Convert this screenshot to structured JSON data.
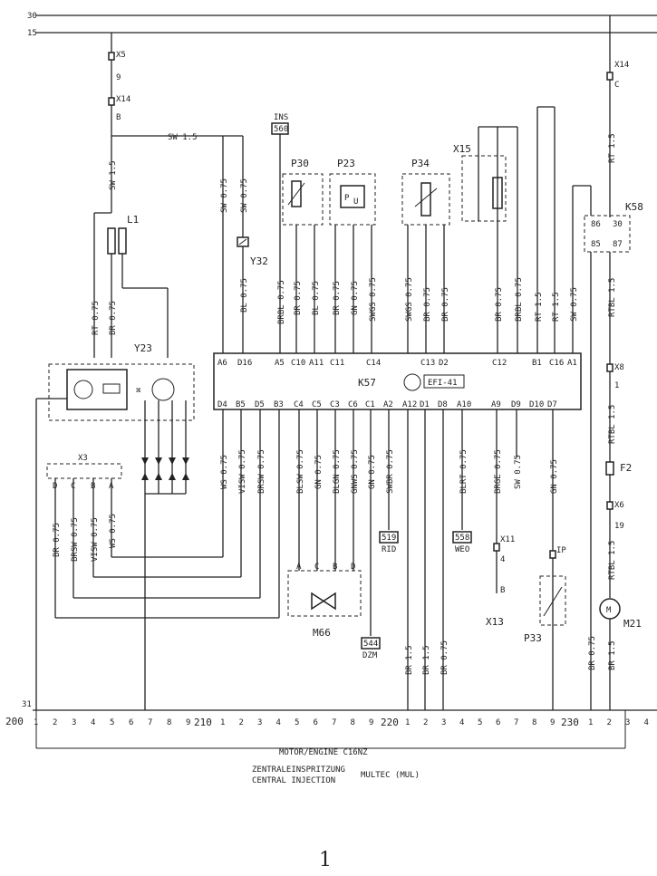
{
  "rails": {
    "r30": "30",
    "r15": "15",
    "r31": "31",
    "ground_num": "200"
  },
  "wire_labels": {
    "sw15_h": "SW 1.5",
    "sw15_v": "SW 1.5",
    "rt075": "RT 0.75",
    "br075": "BR 0.75",
    "sw075_a": "SW 0.75",
    "sw075_b": "SW 0.75",
    "bl075": "BL 0.75",
    "brbl075": "BRBL 0.75",
    "br075_b": "BR 0.75",
    "bl075_b": "BL 0.75",
    "br075_c": "BR 0.75",
    "gn075": "GN 0.75",
    "swgs075": "SWGS 0.75",
    "swgs075_b": "SWGS 0.75",
    "br075_d": "BR 0.75",
    "br075_e": "BR 0.75",
    "brbl075_b": "BRBL 0.75",
    "rt15_a": "RT 1.5",
    "rt15_b": "RT 1.5",
    "sw075_c": "SW 0.75",
    "rt15_c": "RT 1.5",
    "rtbl15_a": "RTBL 1.5",
    "ws075": "WS 0.75",
    "visw075": "VISW 0.75",
    "brsw075": "BRSW 0.75",
    "blsw075": "BLSW 0.75",
    "gn075_b": "GN 0.75",
    "blgn075": "BLGN 0.75",
    "gnws075": "GNWS 0.75",
    "gn075_c": "GN 0.75",
    "swbr075": "SWBR 0.75",
    "blrt075": "BLRT 0.75",
    "brge075": "BRGE 0.75",
    "sw075_d": "SW 0.75",
    "gn075_d": "GN 0.75",
    "rtbl15_b": "RTBL 1.5",
    "rtbl15_c": "RTBL 1.5",
    "br075_x3": "BR 0.75",
    "brsw075_x3": "BRSW 0.75",
    "visw075_x3": "VISW 0.75",
    "ws075_x3": "WS 0.75",
    "br15_a": "BR 1.5",
    "br15_b": "BR 1.5",
    "br075_f": "BR 0.75",
    "br075_g": "BR 0.75",
    "br15_c": "BR 1.5"
  },
  "components": {
    "L1": "L1",
    "Y23": "Y23",
    "Y32": "Y32",
    "P30": "P30",
    "P23": "P23",
    "P34": "P34",
    "X15": "X15",
    "K58": "K58",
    "K57": "K57",
    "K57_tag": "EFI-41",
    "M66": "M66",
    "P33": "P33",
    "M21": "M21",
    "X13": "X13",
    "F2": "F2"
  },
  "connectors": {
    "x5": "X5",
    "x5p": "9",
    "x14a": "X14",
    "x14ap": "B",
    "x14b": "X14",
    "x14bp": "C",
    "x3": "X3",
    "x8": "X8",
    "x8p": "1",
    "x6": "X6",
    "x6p": "19",
    "x11": "X11",
    "x11p": "4",
    "x13p": "B",
    "ip": "IP"
  },
  "refs": {
    "ins": "INS",
    "n560": "560",
    "n519": "519",
    "rid": "RID",
    "n558": "558",
    "weo": "WEO",
    "n544": "544",
    "dzm": "DZM"
  },
  "pins_top": [
    "A6",
    "D16",
    "A5",
    "C10",
    "A11",
    "C11",
    "C14",
    "C13",
    "D2",
    "C12",
    "B1",
    "C16",
    "A1"
  ],
  "pins_bottom": [
    "D4",
    "B5",
    "D5",
    "B3",
    "C4",
    "C5",
    "C3",
    "C6",
    "C1",
    "A2",
    "A12",
    "D1",
    "D8",
    "A10",
    "A9",
    "D9",
    "D10",
    "D7"
  ],
  "x3_pins": [
    "D",
    "C",
    "B",
    "A"
  ],
  "m66_pins": [
    "A",
    "C",
    "B",
    "D"
  ],
  "scale": {
    "row1": [
      "1",
      "2",
      "3",
      "4",
      "5",
      "6",
      "7",
      "8",
      "9"
    ],
    "m210": "210",
    "row2": [
      "1",
      "2",
      "3",
      "4",
      "5",
      "6",
      "7",
      "8",
      "9"
    ],
    "m220": "220",
    "row3": [
      "1",
      "2",
      "3",
      "4",
      "5",
      "6",
      "7",
      "8",
      "9"
    ],
    "m230": "230",
    "row4": [
      "1",
      "2",
      "3",
      "4"
    ]
  },
  "footer": {
    "motor": "MOTOR/ENGINE C16NZ",
    "zentral": "ZENTRALEINSPRITZUNG",
    "central": "CENTRAL INJECTION",
    "multec": "MULTEC (MUL)",
    "page": "1"
  }
}
